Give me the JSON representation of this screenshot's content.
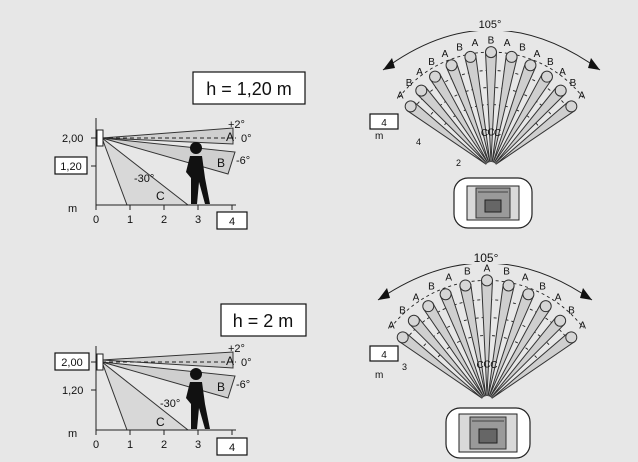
{
  "panels": [
    {
      "id": "top",
      "height_label": "h = 1,20 m",
      "tilt_labels": [
        "+2°",
        "0°",
        "-6°",
        "-30°"
      ],
      "zone_labels": [
        "A",
        "B",
        "C"
      ],
      "y_ticks": [
        "2,00",
        "1,20"
      ],
      "y_boxed": "1,20",
      "y_unit": "m",
      "x_ticks": [
        "0",
        "1",
        "2",
        "3"
      ],
      "x_boxed": "4",
      "angle_label": "105°",
      "range_boxed": "4",
      "range_unit": "m",
      "range_marks": [
        "4",
        "2"
      ],
      "fan_letters": [
        "A",
        "B",
        "A",
        "B",
        "A",
        "B",
        "A",
        "B",
        "A",
        "B",
        "A",
        "B",
        "A",
        "B",
        "A"
      ],
      "inner_letters": [
        "C",
        "C",
        "C"
      ]
    },
    {
      "id": "bottom",
      "height_label": "h = 2 m",
      "tilt_labels": [
        "+2°",
        "0°",
        "-6°",
        "-30°"
      ],
      "zone_labels": [
        "A",
        "B",
        "C"
      ],
      "y_ticks": [
        "2,00",
        "1,20"
      ],
      "y_boxed": "2,00",
      "y_unit": "m",
      "x_ticks": [
        "0",
        "1",
        "2",
        "3"
      ],
      "x_boxed": "4",
      "angle_label": "105°",
      "range_boxed": "4",
      "range_unit": "m",
      "range_marks": [
        "3"
      ],
      "fan_letters": [
        "A",
        "B",
        "A",
        "B",
        "A",
        "B",
        "A",
        "B",
        "A",
        "B",
        "A",
        "B",
        "A"
      ],
      "inner_letters": [
        "C",
        "C",
        "C"
      ]
    }
  ],
  "colors": {
    "background": "#e7e7e7",
    "beam": "#cfcfcf",
    "ink": "#111111"
  }
}
